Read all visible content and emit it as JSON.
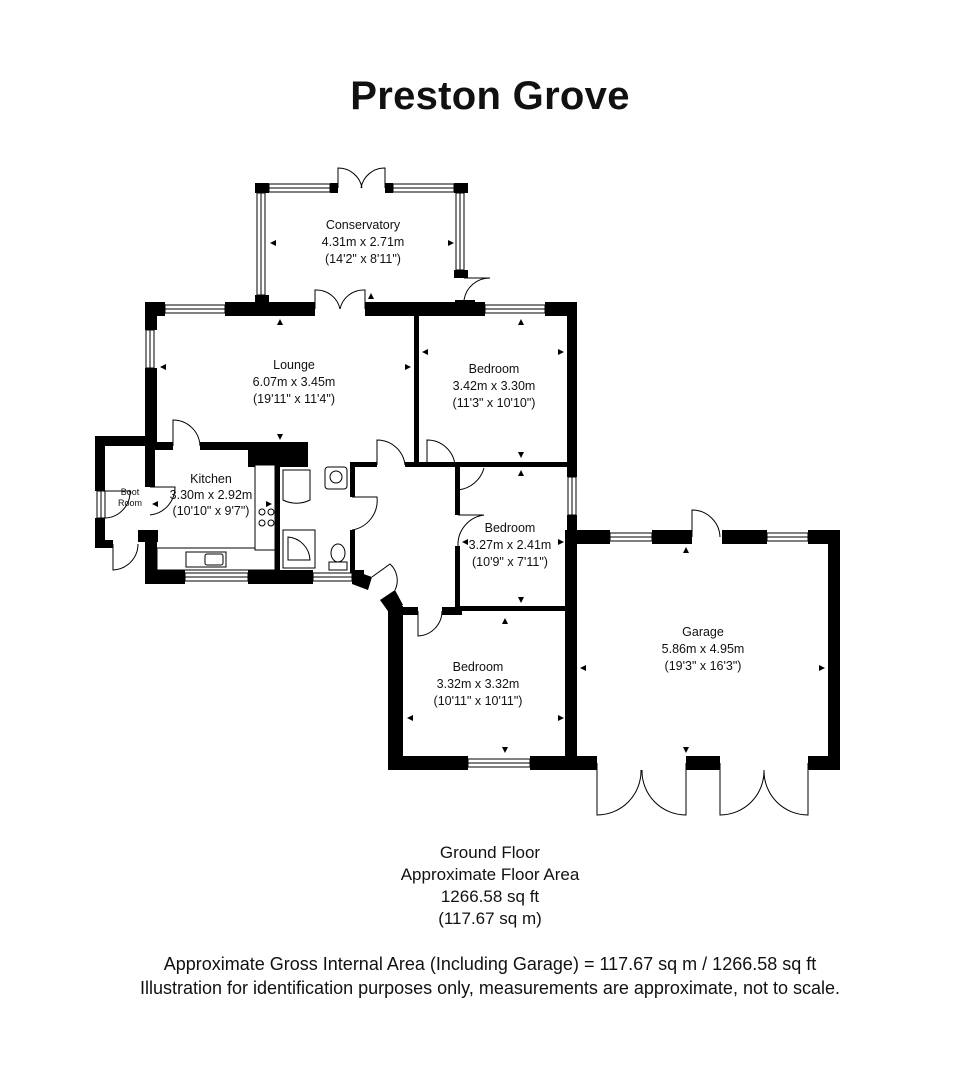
{
  "title": "Preston Grove",
  "rooms": {
    "conservatory": {
      "name": "Conservatory",
      "metric": "4.31m x 2.71m",
      "imperial": "(14'2\" x 8'11\")"
    },
    "lounge": {
      "name": "Lounge",
      "metric": "6.07m x 3.45m",
      "imperial": "(19'11\" x 11'4\")"
    },
    "bedroom1": {
      "name": "Bedroom",
      "metric": "3.42m x 3.30m",
      "imperial": "(11'3\" x 10'10\")"
    },
    "kitchen": {
      "name": "Kitchen",
      "metric": "3.30m x 2.92m",
      "imperial": "(10'10\" x 9'7\")"
    },
    "boot_room": {
      "name_line1": "Boot",
      "name_line2": "Room"
    },
    "bedroom2": {
      "name": "Bedroom",
      "metric": "3.27m x 2.41m",
      "imperial": "(10'9\" x 7'11\")"
    },
    "garage": {
      "name": "Garage",
      "metric": "5.86m x 4.95m",
      "imperial": "(19'3\" x 16'3\")"
    },
    "bedroom3": {
      "name": "Bedroom",
      "metric": "3.32m x 3.32m",
      "imperial": "(10'11\" x 10'11\")"
    }
  },
  "floor_summary": {
    "floor": "Ground Floor",
    "label": "Approximate Floor Area",
    "sq_ft": "1266.58 sq ft",
    "sq_m": "(117.67 sq m)"
  },
  "footer": {
    "gross_area": "Approximate Gross Internal Area (Including Garage) = 117.67 sq m / 1266.58 sq ft",
    "disclaimer": "Illustration for identification purposes only, measurements are approximate, not to scale."
  }
}
